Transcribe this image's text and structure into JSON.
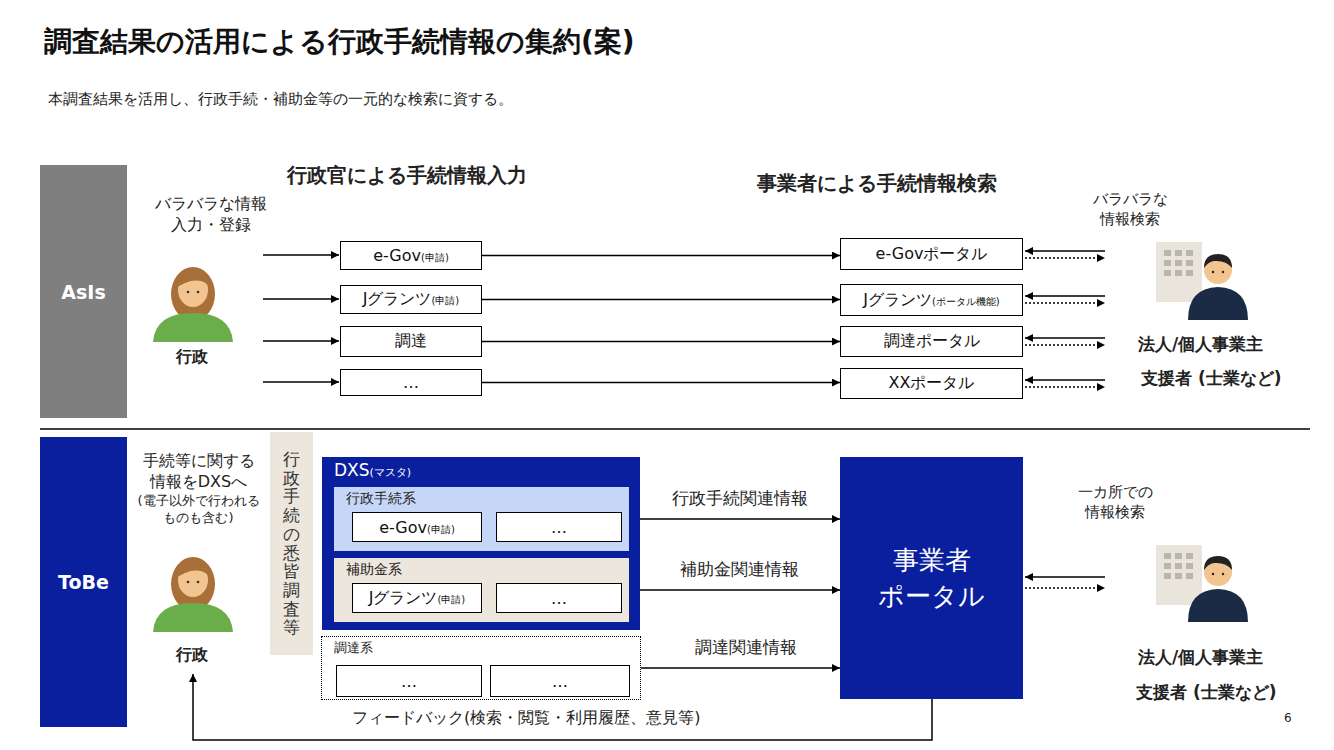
{
  "diagram": {
    "title": "調査結果の活用による行政手続情報の集約(案)",
    "nodes": [
      {
        "text": [
          "AsIs"
        ]
      },
      {
        "text": [
          "e-Gov",
          "(申請)"
        ]
      },
      {
        "text": [
          "e-Govポータル"
        ]
      },
      {
        "text": [
          "Jグランツ",
          "(申請)"
        ]
      },
      {
        "text": [
          "Jグランツ",
          "(ポータル機能)"
        ]
      },
      {
        "text": [
          "調達"
        ]
      },
      {
        "text": [
          "調達ポータル"
        ]
      },
      {
        "text": [
          "…"
        ]
      },
      {
        "text": [
          "XXポータル"
        ]
      },
      {
        "text": [
          "ToBe"
        ]
      },
      {
        "text": [
          "行政手続の悉皆調査等"
        ]
      },
      {
        "text": [
          "DXS",
          "(マスタ)"
        ]
      },
      {
        "text": [
          "行政手続系"
        ],
        "in": 11
      },
      {
        "text": [
          "e-Gov",
          "(申請)"
        ],
        "in": 12
      },
      {
        "text": [
          "…"
        ],
        "in": 12
      },
      {
        "text": [
          "補助金系"
        ],
        "in": 11
      },
      {
        "text": [
          "Jグランツ",
          "(申請)"
        ],
        "in": 15
      },
      {
        "text": [
          "…"
        ],
        "in": 15
      },
      {
        "text": [
          "調達系"
        ]
      },
      {
        "text": [
          "…"
        ],
        "in": 18
      },
      {
        "text": [
          "…"
        ],
        "in": 18
      },
      {
        "text": [
          "事業者 ポータル"
        ]
      }
    ],
    "edges": [
      {
        "from": 1,
        "to": 2,
        "arrow": "to"
      },
      {
        "from": 3,
        "to": 4,
        "arrow": "to"
      },
      {
        "from": 5,
        "to": 6,
        "arrow": "to"
      },
      {
        "from": 7,
        "to": 8,
        "arrow": "to"
      },
      {
        "from": 12,
        "to": 21,
        "arrow": "to",
        "label": "行政手続関連情報"
      },
      {
        "from": 15,
        "to": 21,
        "arrow": "to",
        "label": "補助金関連情報"
      },
      {
        "from": 18,
        "to": 21,
        "arrow": "to",
        "label": "調達関連情報"
      }
    ],
    "labels": [
      "本調査結果を活用し、行政手続・補助金等の一元的な検索に資する。",
      "行政官による手続情報入力",
      "事業者による手続情報検索",
      "バラバラな情報 入力・登録",
      "行政",
      "バラバラな 情報検索",
      "法人/個人事業主",
      "支援者 (士業など)",
      "手続等に関する 情報をDXSへ",
      "(電子以外で行われるものも含む)",
      "行政",
      "一カ所での 情報検索",
      "法人/個人事業主",
      "支援者 (士業など)",
      "フィードバック(検索・閲覧・利用履歴、意見等)",
      "6"
    ]
  }
}
